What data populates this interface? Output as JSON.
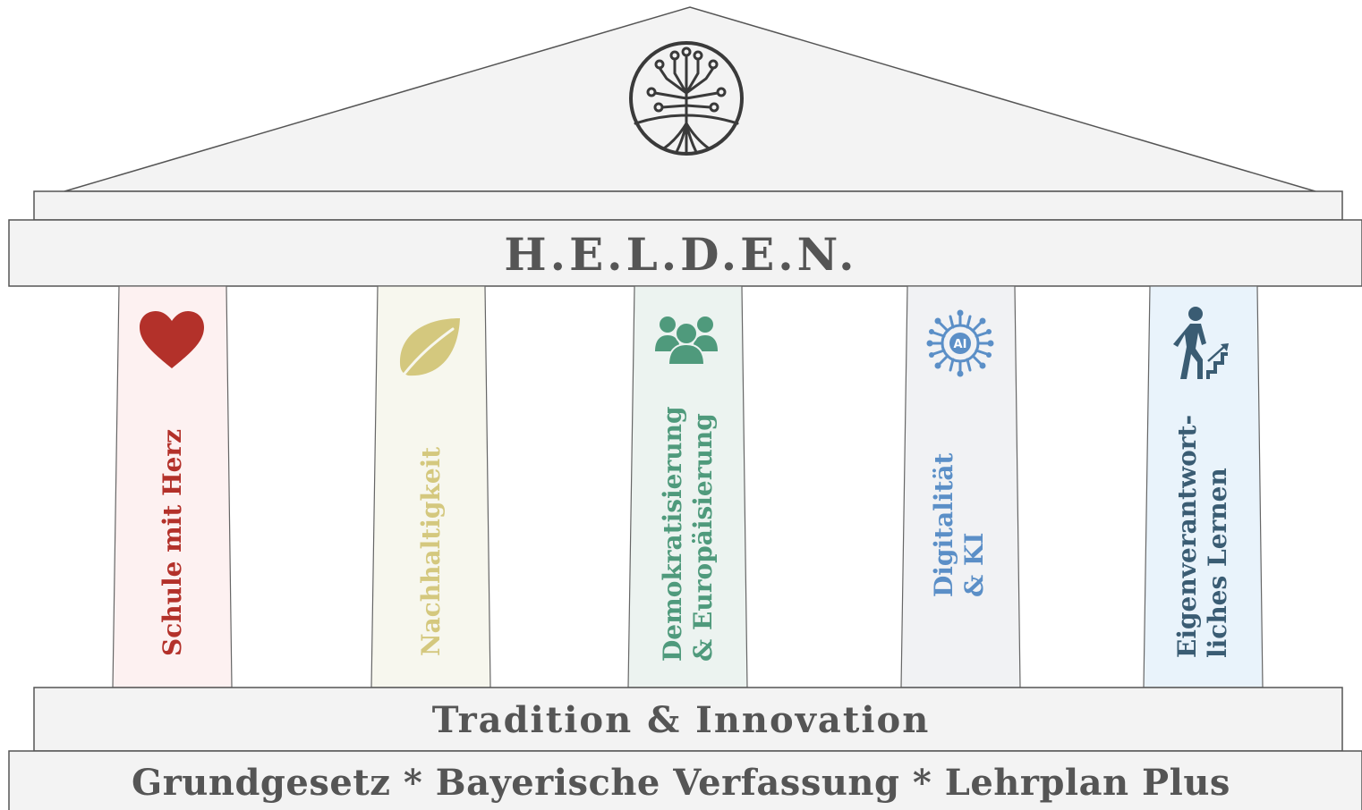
{
  "title": "H.E.L.D.E.N.",
  "middle_band": "Tradition & Innovation",
  "foundation": "Grundgesetz * Bayerische Verfassung * Lehrplan Plus",
  "pillars": [
    {
      "lines": [
        "Schule mit Herz"
      ],
      "icon": "heart-icon",
      "color": "#b3312a",
      "fill": "#fdf1f1"
    },
    {
      "lines": [
        "Nachhaltigkeit"
      ],
      "icon": "leaf-icon",
      "color": "#d4c87e",
      "fill": "#f7f7ee"
    },
    {
      "lines": [
        "Demokratisierung",
        "& Europäisierung"
      ],
      "icon": "people-group-icon",
      "color": "#4f9a7c",
      "fill": "#ecf3f0"
    },
    {
      "lines": [
        "Digitalität",
        "& KI"
      ],
      "icon": "ai-chip-icon",
      "color": "#5b8fc7",
      "fill": "#f1f2f4"
    },
    {
      "lines": [
        "Eigenverantwort-",
        "liches Lernen"
      ],
      "icon": "person-climbing-stairs-icon",
      "color": "#3a5c73",
      "fill": "#e9f3fb"
    }
  ],
  "colors": {
    "stone": "#f3f3f3",
    "outline": "#555555",
    "emblem": "#3a3a3a"
  },
  "emblem_icon": "tree-circuit-emblem-icon"
}
